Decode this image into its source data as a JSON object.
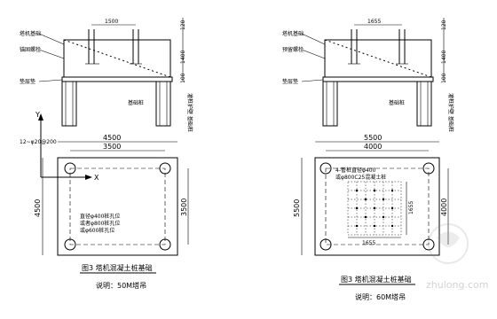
{
  "left": {
    "elevation": {
      "dim_top": "1500",
      "dim_right": [
        "120",
        "1400",
        "100"
      ],
      "label_tower_section": "塔机基础",
      "label_anchor": "锚固螺栓",
      "label_cushion": "垫层垫",
      "label_pile": "基础桩",
      "label_right_note": "灌桩护壁\n基础桩"
    },
    "plan": {
      "dim_outer_top": "4500",
      "dim_inner_top": "3500",
      "dim_outer_left": "4500",
      "dim_inner_right": "3500",
      "axis_y": "Y",
      "axis_x": "X",
      "rebar_note": "12~φ20@200",
      "note_lines": [
        "直径φ400桩孔位",
        "或者φ800桩孔位",
        "或φ600桩孔位"
      ],
      "title": "图3  塔机混凝土桩基础"
    },
    "caption": "说明：50M塔吊"
  },
  "right": {
    "elevation": {
      "dim_top": "1655",
      "dim_right": [
        "120",
        "1400",
        "100"
      ],
      "label_tower_section": "塔机基础",
      "label_anchor": "预留螺栓",
      "label_cushion": "垫层垫",
      "label_pile": "基础桩",
      "label_right_note": "灌桩护壁\n基础桩"
    },
    "plan": {
      "dim_outer_top": "5500",
      "dim_inner_top": "4000",
      "dim_outer_left": "5500",
      "dim_inner_right": "4000",
      "dim_diag": "1655",
      "dim_bottom_inner": "1655",
      "note_lines": [
        "4-管桩直径φ400",
        "或φ800C25混凝土桩"
      ],
      "title": "图3  塔机混凝土桩基础"
    },
    "caption": "说明：60M塔吊"
  },
  "watermark": "zhulong.com"
}
